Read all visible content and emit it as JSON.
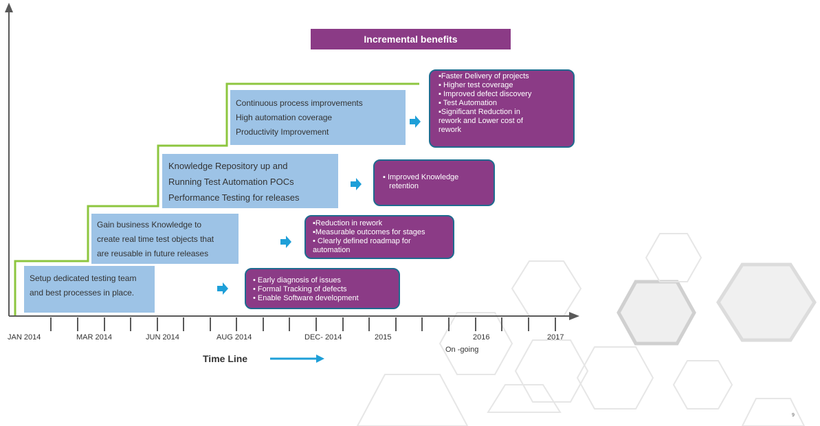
{
  "title": "Incremental benefits",
  "steps": [
    {
      "lines": [
        "Setup dedicated testing team",
        "and best processes in place."
      ],
      "benefits": [
        "• Early diagnosis of issues",
        "• Formal Tracking of defects",
        "•  Enable Software development"
      ]
    },
    {
      "lines": [
        "Gain business Knowledge to",
        "create real time test objects that",
        "are reusable in future releases"
      ],
      "benefits": [
        "▪Reduction in rework",
        "▪Measurable outcomes for stages",
        "• Clearly defined roadmap for",
        "automation"
      ]
    },
    {
      "lines": [
        "Knowledge Repository up and",
        "Running Test Automation POCs",
        "Performance Testing for releases"
      ],
      "benefits": [
        "▪ Improved Knowledge",
        "   retention"
      ]
    },
    {
      "lines": [
        "Continuous process improvements",
        "High automation coverage",
        "Productivity Improvement"
      ],
      "benefits": [
        "▪Faster Delivery of projects",
        "▪ Higher test coverage",
        "▪ Improved defect discovery",
        "▪ Test Automation",
        "▪Significant Reduction in",
        "rework and Lower cost of",
        "rework"
      ]
    }
  ],
  "timeline": {
    "ticks": [
      "JAN 2014",
      "MAR 2014",
      "JUN 2014",
      "AUG 2014",
      "DEC- 2014",
      "2015",
      "2016",
      "2017"
    ],
    "ongoing": "On -going",
    "label": "Time Line"
  },
  "page_number": "9",
  "colors": {
    "step_line": "#8dc63f",
    "blue_box": "#9dc3e6",
    "purple_box": "#8b3b86",
    "purple_border": "#1f6b8f",
    "arrow": "#1e9fd8",
    "axis": "#595959"
  }
}
